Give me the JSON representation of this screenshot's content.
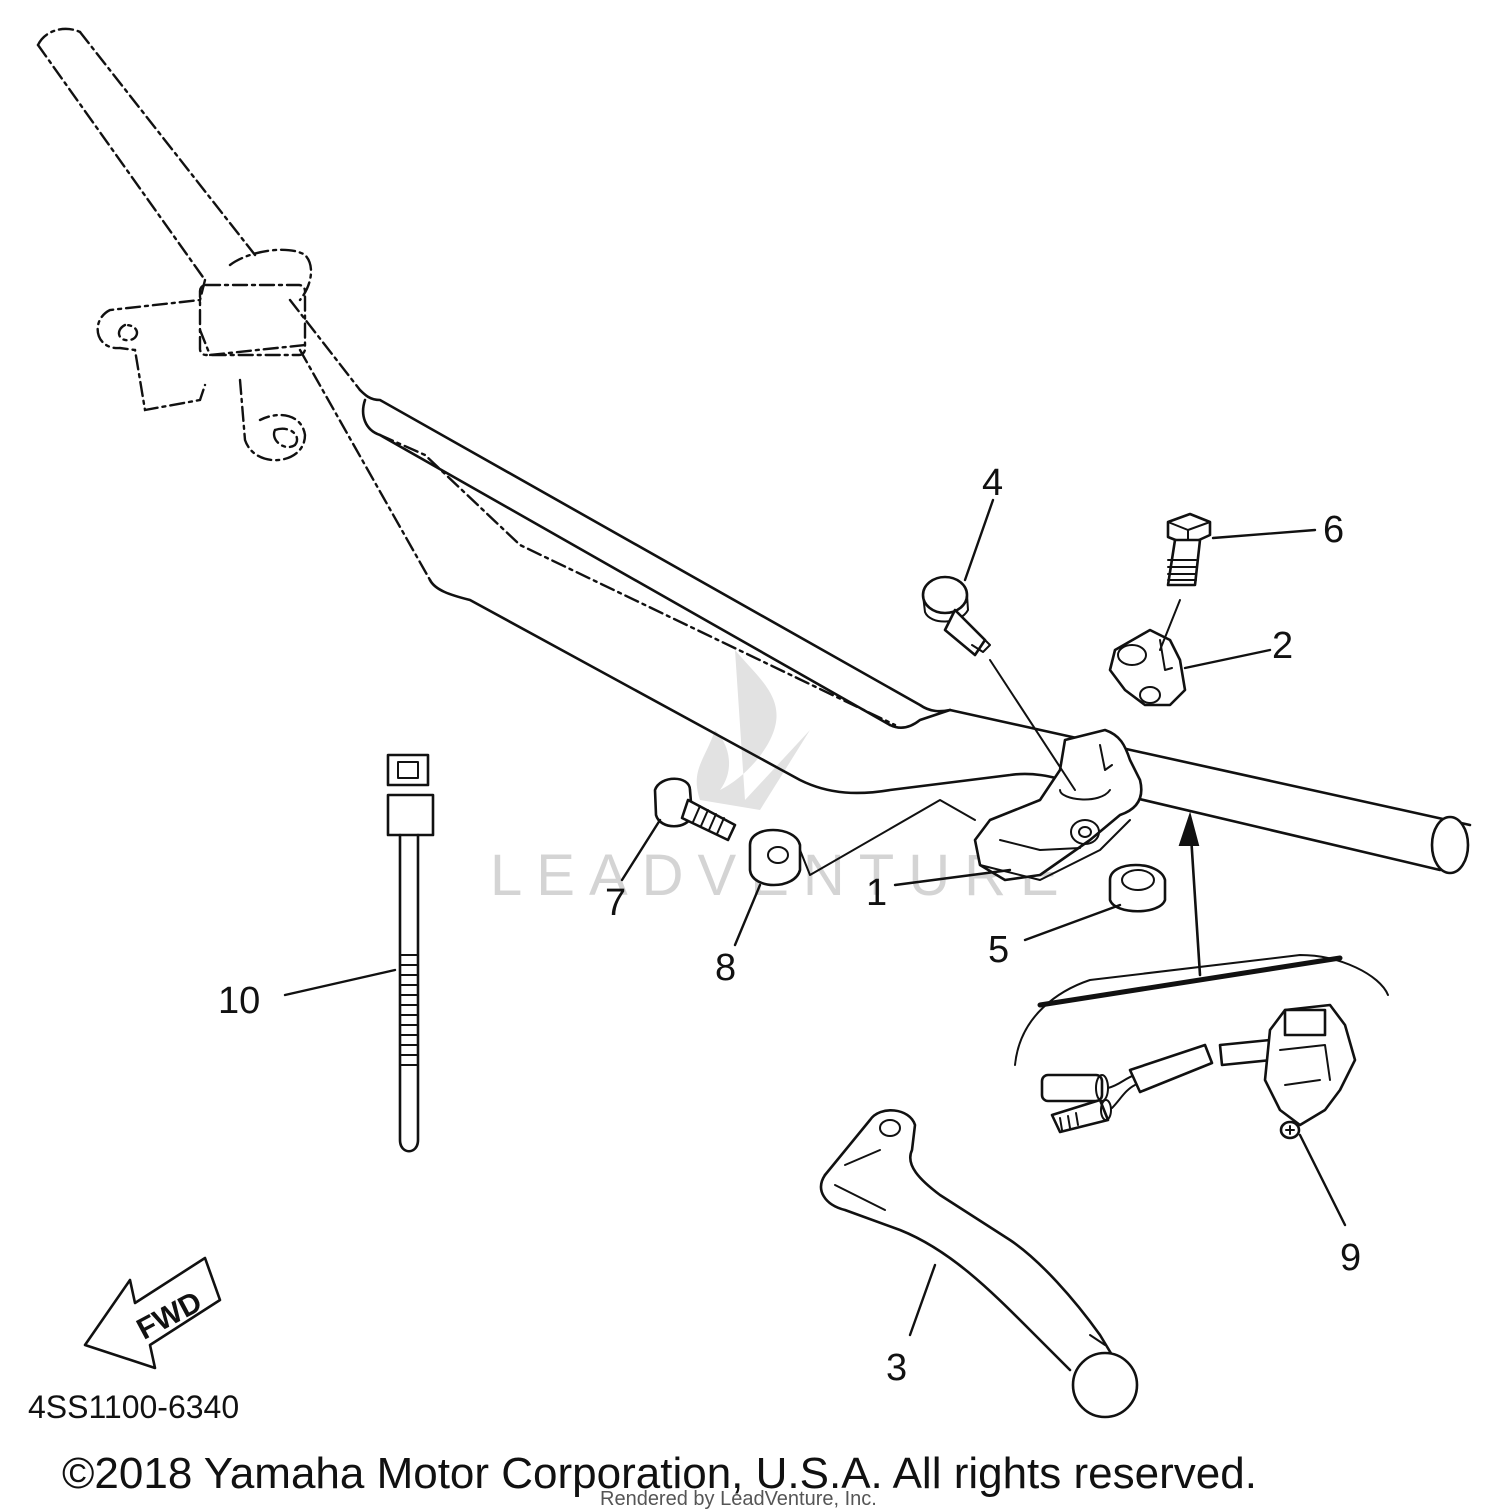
{
  "diagram": {
    "part_code": "4SS1100-6340",
    "copyright": "©2018 Yamaha Motor Corporation, U.S.A. All rights reserved.",
    "rendered_by": "Rendered by LeadVenture, Inc.",
    "watermark": "LEADVENTURE",
    "fwd_label": "FWD",
    "callouts": {
      "c1": "1",
      "c2": "2",
      "c3": "3",
      "c4": "4",
      "c5": "5",
      "c6": "6",
      "c7": "7",
      "c8": "8",
      "c9": "9",
      "c10": "10"
    }
  }
}
